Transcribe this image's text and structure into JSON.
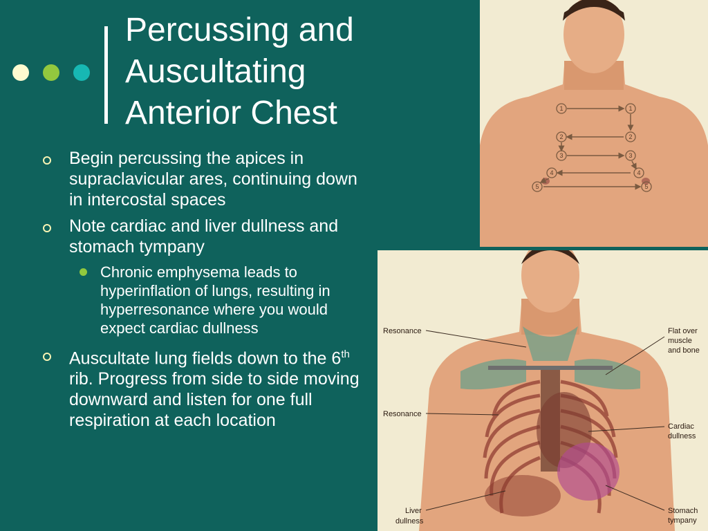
{
  "slide": {
    "title_lines": [
      "Percussing and",
      "Auscultating",
      "Anterior Chest"
    ],
    "dot_colors": [
      "#fffbd0",
      "#93c83e",
      "#17b8b3"
    ],
    "bullets": [
      {
        "text": "Begin percussing the apices in supraclavicular ares, continuing down in intercostal spaces"
      },
      {
        "text": "Note cardiac and liver dullness and stomach tympany",
        "sub": [
          {
            "text": "Chronic emphysema leads to hyperinflation of lungs, resulting in hyperresonance where you would expect cardiac dullness"
          }
        ]
      },
      {
        "text_before": "Auscultate lung fields down to the 6",
        "superscript": "th",
        "text_after": " rib.  Progress from side to side moving downward and listen for one full respiration at each location"
      }
    ]
  },
  "image_top": {
    "markers": [
      "1",
      "1",
      "2",
      "2",
      "3",
      "3",
      "4",
      "4",
      "5",
      "5"
    ]
  },
  "image_bottom": {
    "labels": {
      "resonance_upper": "Resonance",
      "resonance_lower": "Resonance",
      "flat_1": "Flat over",
      "flat_2": "muscle",
      "flat_3": "and bone",
      "cardiac_1": "Cardiac",
      "cardiac_2": "dullness",
      "liver_1": "Liver",
      "liver_2": "dullness",
      "stomach_1": "Stomach",
      "stomach_2": "tympany"
    }
  }
}
